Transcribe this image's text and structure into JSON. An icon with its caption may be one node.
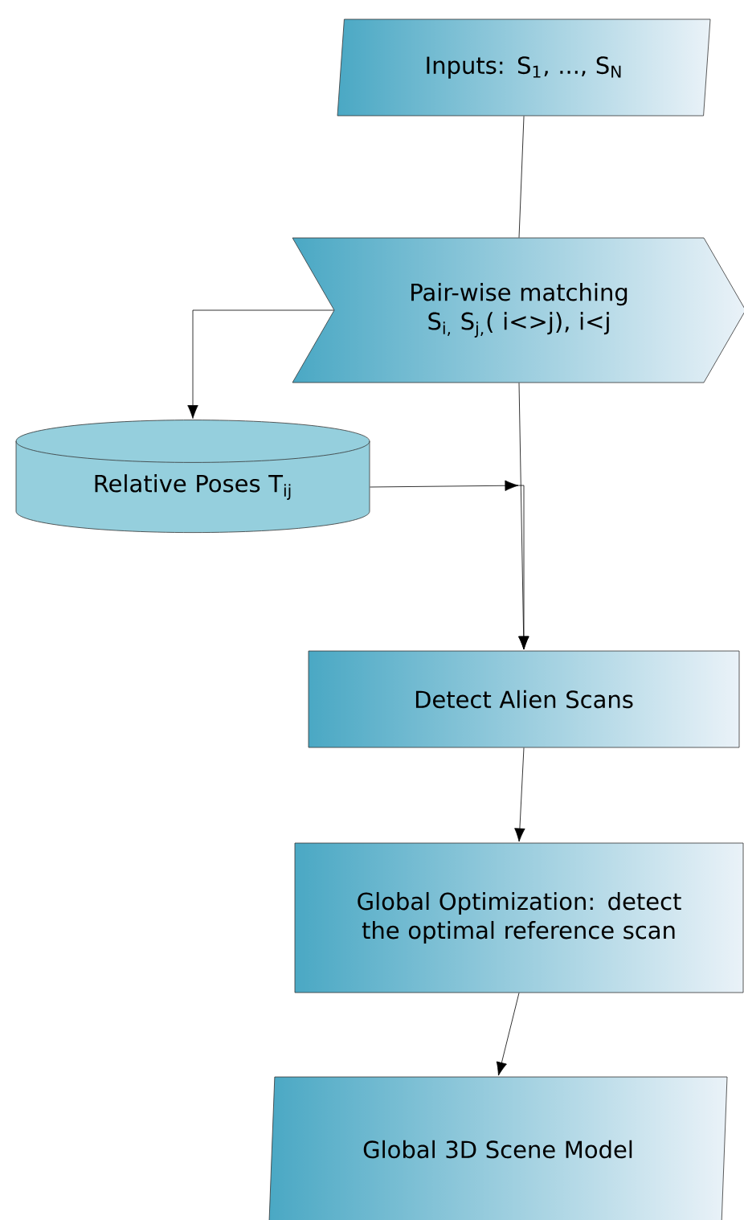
{
  "diagram": {
    "nodes": [
      {
        "text": [
          "Inputs: S$_{1}$, ..., S$_{N}$"
        ]
      },
      {
        "text": [
          "Pair-wise matching S$_{i,}$ S$_{j,}$( i<>j), i<j"
        ]
      },
      {
        "text": [
          "Relative Poses T$_{ij}$"
        ]
      },
      {
        "text": [
          "Detect Alien Scans"
        ]
      },
      {
        "text": [
          "Global Optimization: detect the optimal reference scan"
        ]
      },
      {
        "text": [
          "Global 3D Scene Model"
        ]
      }
    ],
    "edges": [
      {
        "from": 0,
        "to": 1,
        "arrow": "none"
      },
      {
        "from": 1,
        "to": 3,
        "arrow": "to"
      },
      {
        "from": 1,
        "to": 2,
        "arrow": "to"
      },
      {
        "from": 2,
        "to": 3,
        "arrow": "to"
      },
      {
        "from": 3,
        "to": 4,
        "arrow": "to"
      },
      {
        "from": 4,
        "to": 5,
        "arrow": "to"
      }
    ]
  }
}
